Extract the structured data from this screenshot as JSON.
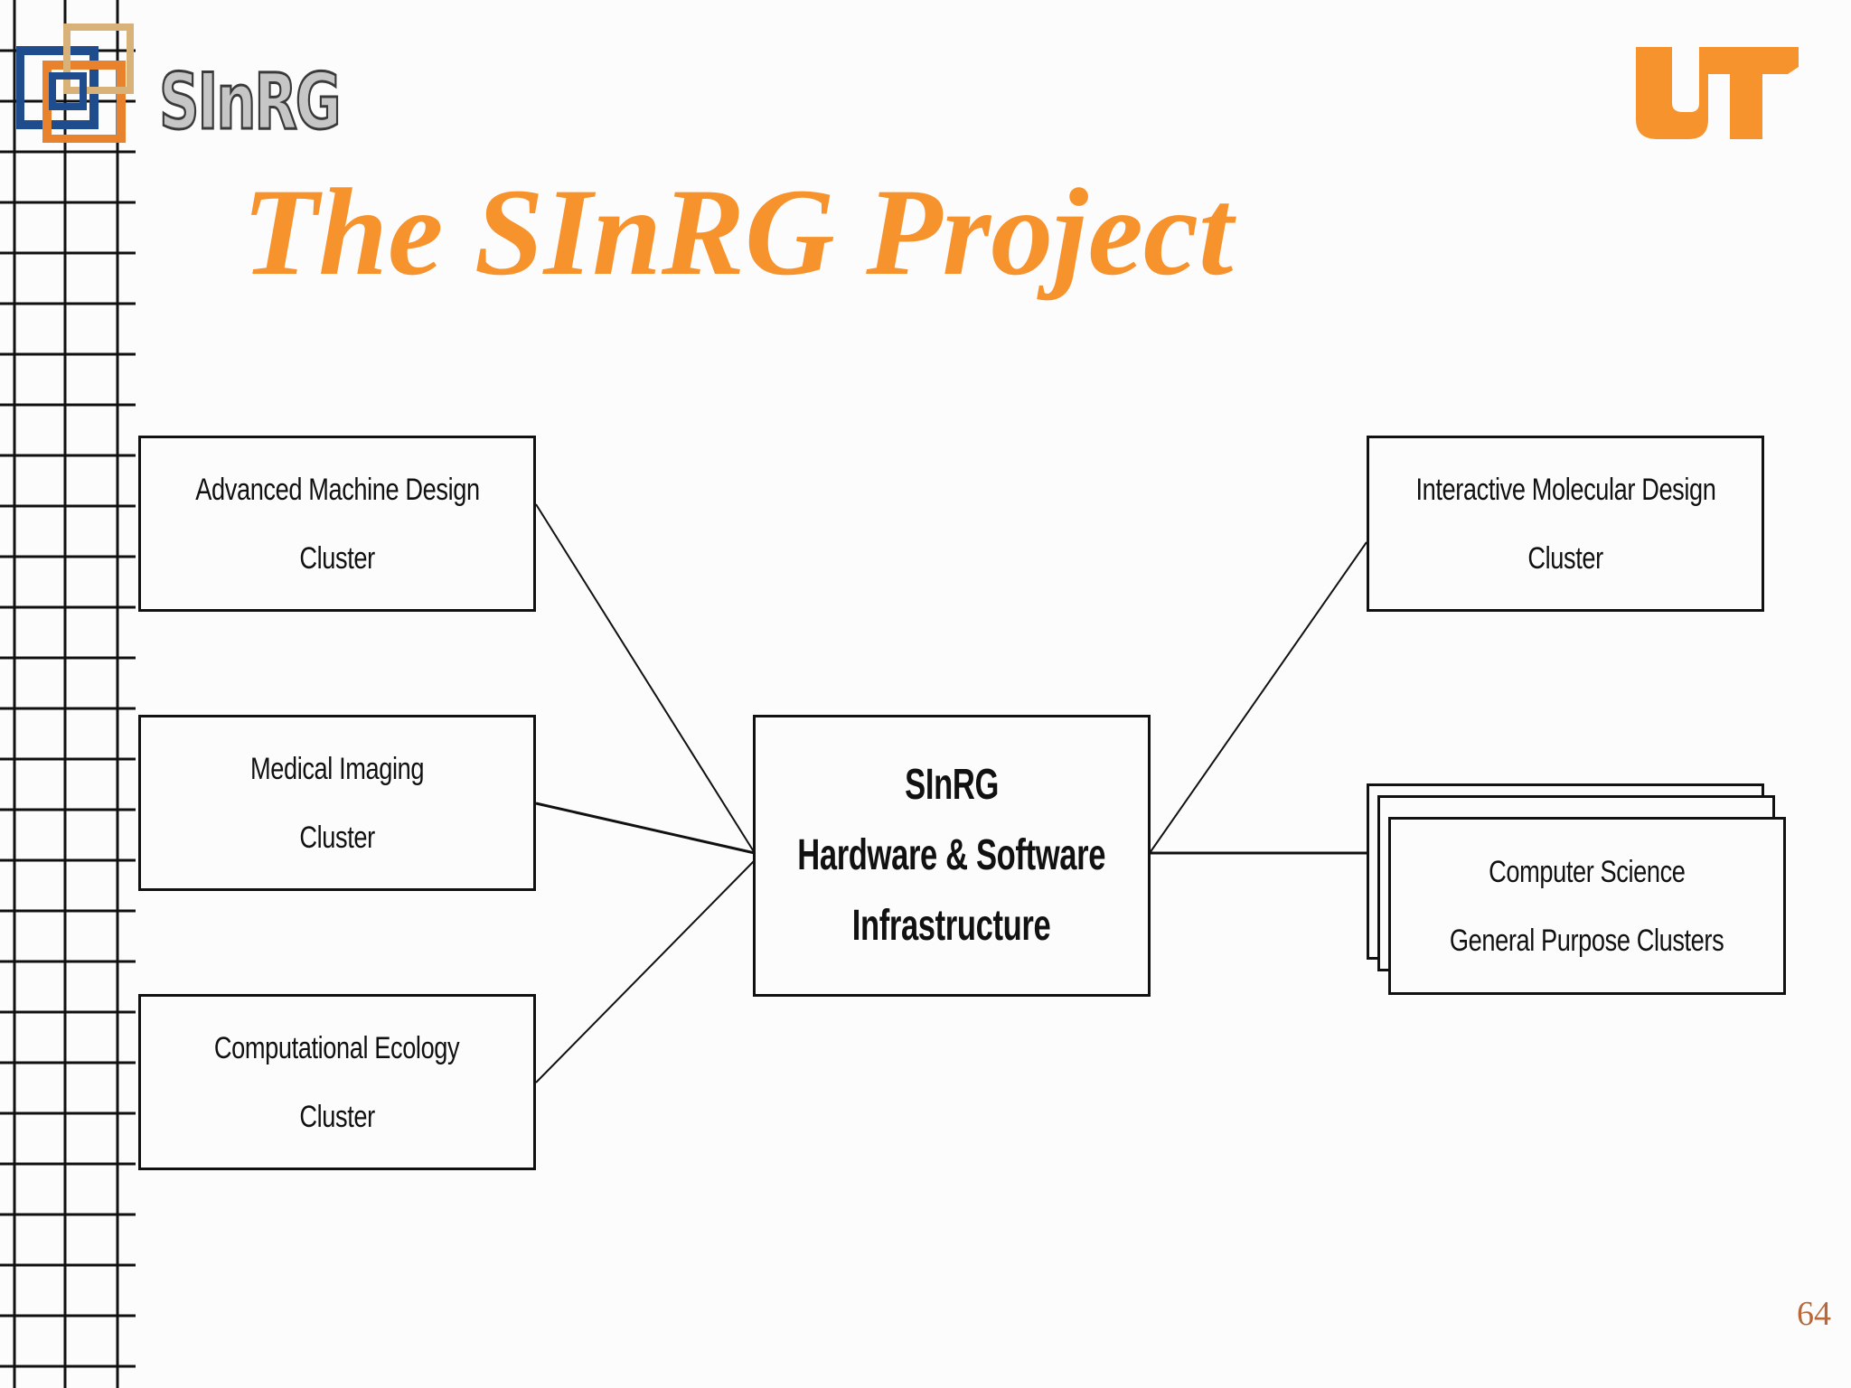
{
  "header": {
    "logo_text": "SInRG",
    "title": "The SInRG Project",
    "ut_logo_text": "UT"
  },
  "diagram": {
    "center": {
      "line1": "SInRG",
      "line2": "Hardware & Software",
      "line3": "Infrastructure"
    },
    "left_nodes": [
      {
        "line1": "Advanced Machine Design",
        "line2": "Cluster"
      },
      {
        "line1": "Medical Imaging",
        "line2": "Cluster"
      },
      {
        "line1": "Computational  Ecology",
        "line2": "Cluster"
      }
    ],
    "right_nodes": [
      {
        "line1": "Interactive Molecular Design",
        "line2": "Cluster"
      },
      {
        "line1": "Computer Science",
        "line2": "General Purpose Clusters"
      }
    ]
  },
  "footer": {
    "page_number": "64"
  },
  "colors": {
    "title": "#f7932d",
    "grid": "#111111",
    "logo_blue": "#1e4c8c",
    "logo_orange": "#e9822c",
    "ut_orange": "#f7932d",
    "page_number": "#b8693a"
  }
}
